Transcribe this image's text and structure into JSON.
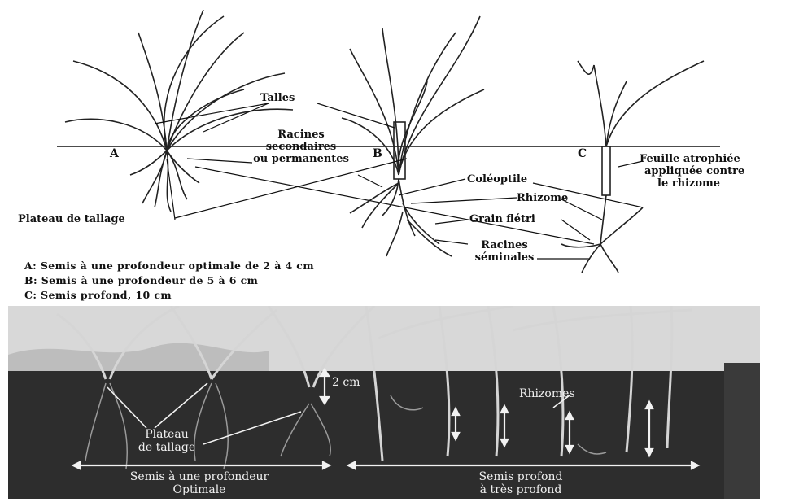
{
  "top_diagram": {
    "plant_labels": {
      "a": "A",
      "b": "B",
      "c": "C"
    },
    "talles": "Talles",
    "racines_secondaires": [
      "Racines",
      "secondaires",
      "ou permanentes"
    ],
    "plateau_de_tallage": "Plateau de tallage",
    "coleoptile": "Coléoptile",
    "rhizome": "Rhizome",
    "grain_fletri": "Grain flétri",
    "racines_seminales": [
      "Racines",
      "séminales"
    ],
    "feuille_atrophiee": [
      "Feuille atrophiée",
      "appliquée contre",
      "le rhizome"
    ]
  },
  "legend": [
    {
      "key": "A",
      "text": ": Semis à une profondeur optimale de 2 à 4 cm"
    },
    {
      "key": "B",
      "text": ": Semis à une profondeur de 5 à 6 cm"
    },
    {
      "key": "C",
      "text": ": Semis profond, 10 cm"
    }
  ],
  "photo": {
    "depth_label": "2 cm",
    "rhizomes": "Rhizomes",
    "plateau_de_tallage": [
      "Plateau",
      "de tallage"
    ],
    "optimal_range": [
      "Semis à une profondeur",
      "Optimale"
    ],
    "deep_range": [
      "Semis profond",
      "à très profond"
    ]
  },
  "colors": {
    "ink": "#111111",
    "photo_bg": "#2d2d2d",
    "photo_sky": "#d8d8d8"
  }
}
